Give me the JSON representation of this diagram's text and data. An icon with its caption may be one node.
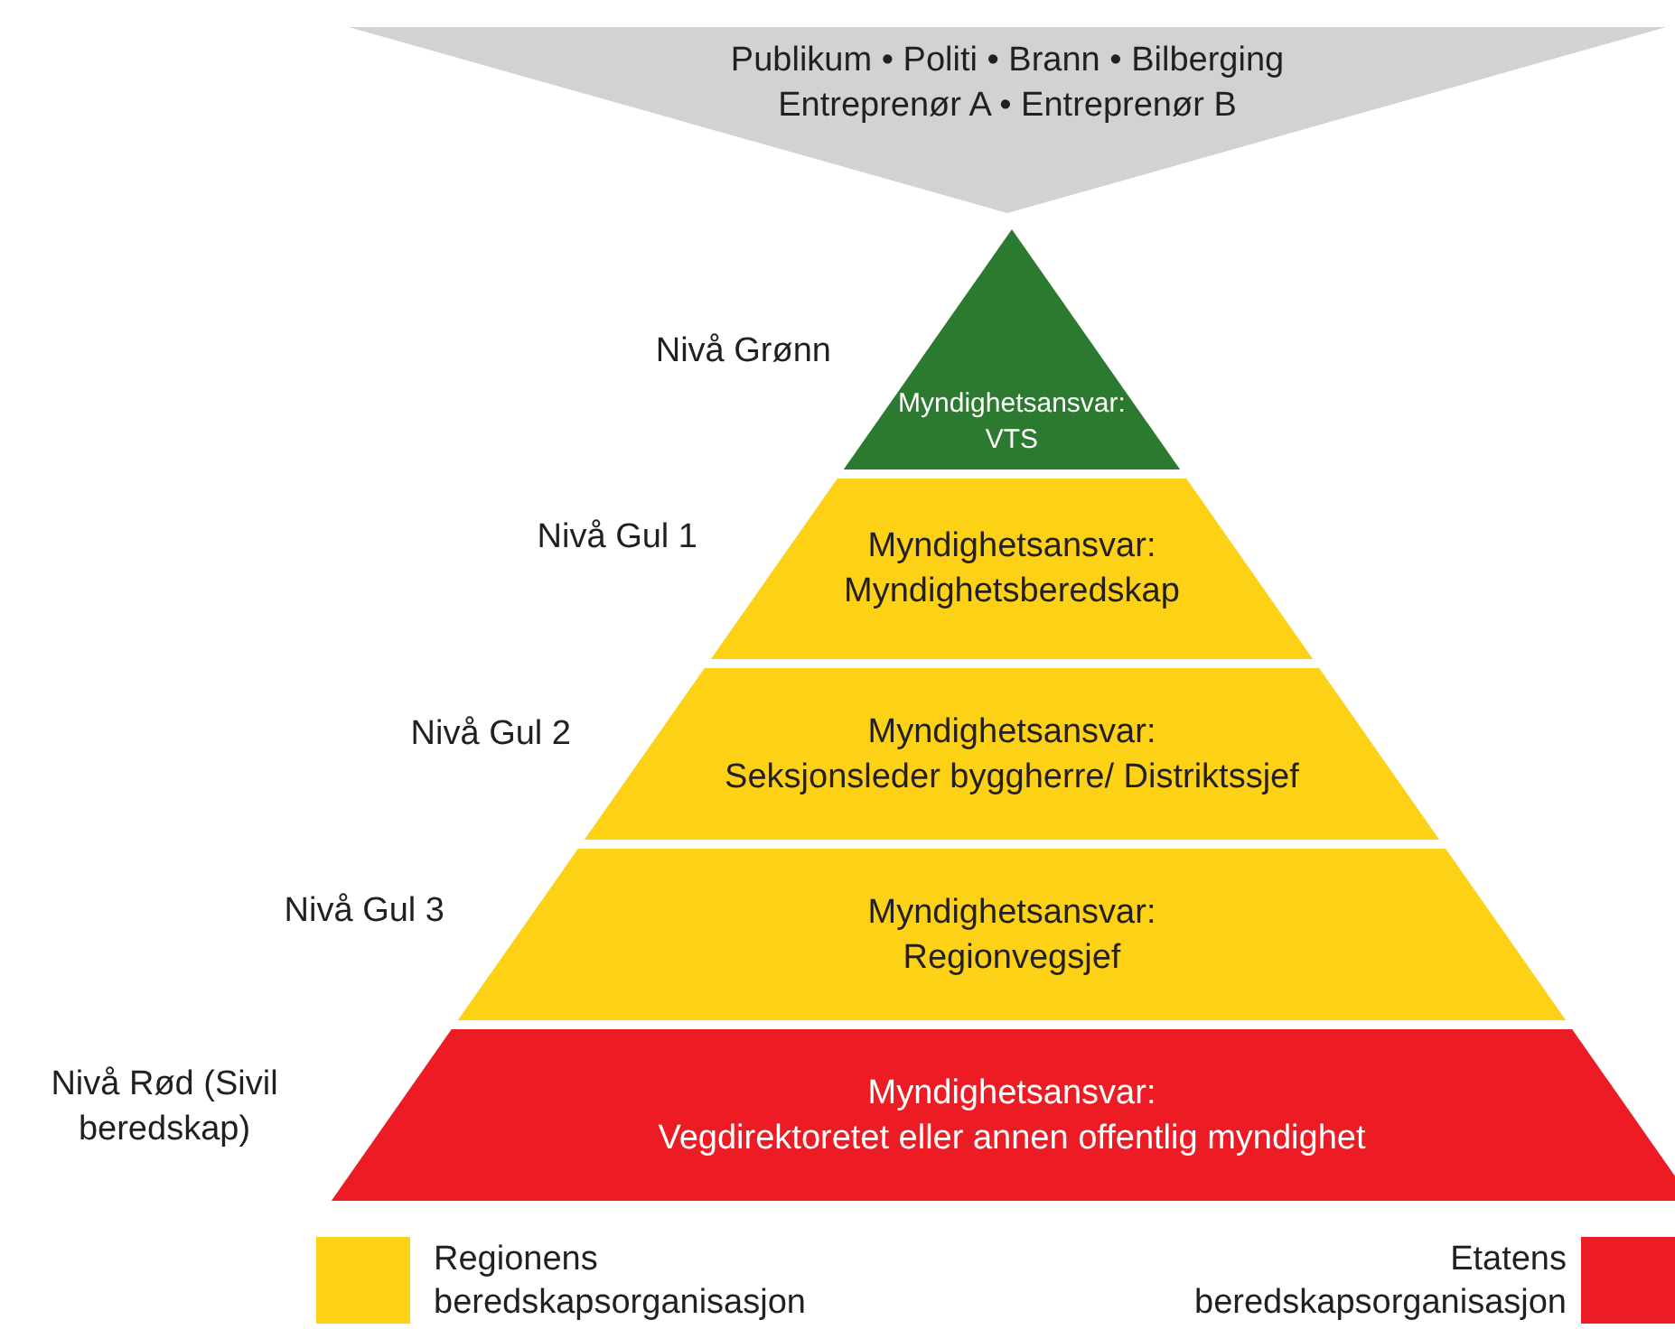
{
  "diagram": {
    "nodes": [
      {
        "text": [
          "Publikum • Politi • Brann • Bilberging Entreprenør A • Entreprenør B"
        ]
      },
      {
        "text": [
          "Myndighetsansvar:",
          "VTS"
        ],
        "beside": [
          "Nivå Grønn"
        ]
      },
      {
        "text": [
          "Myndighetsansvar:",
          "Myndighetsberedskap"
        ],
        "beside": [
          "Nivå Gul 1"
        ]
      },
      {
        "text": [
          "Myndighetsansvar:",
          "Seksjonsleder byggherre/ Distriktssjef"
        ],
        "beside": [
          "Nivå Gul 2"
        ]
      },
      {
        "text": [
          "Myndighetsansvar:",
          "Regionvegsjef"
        ],
        "beside": [
          "Nivå Gul 3"
        ]
      },
      {
        "text": [
          "Myndighetsansvar:",
          "Vegdirektoretet eller annen offentlig myndighet"
        ],
        "beside": [
          "Nivå Rød (Sivil beredskap)"
        ]
      }
    ],
    "legend": [
      {
        "text": "Regionens beredskapsorganisasjon",
        "color": "#fcd116"
      },
      {
        "text": "Etatens beredskapsorganisasjon",
        "color": "#ed1c24"
      }
    ]
  }
}
